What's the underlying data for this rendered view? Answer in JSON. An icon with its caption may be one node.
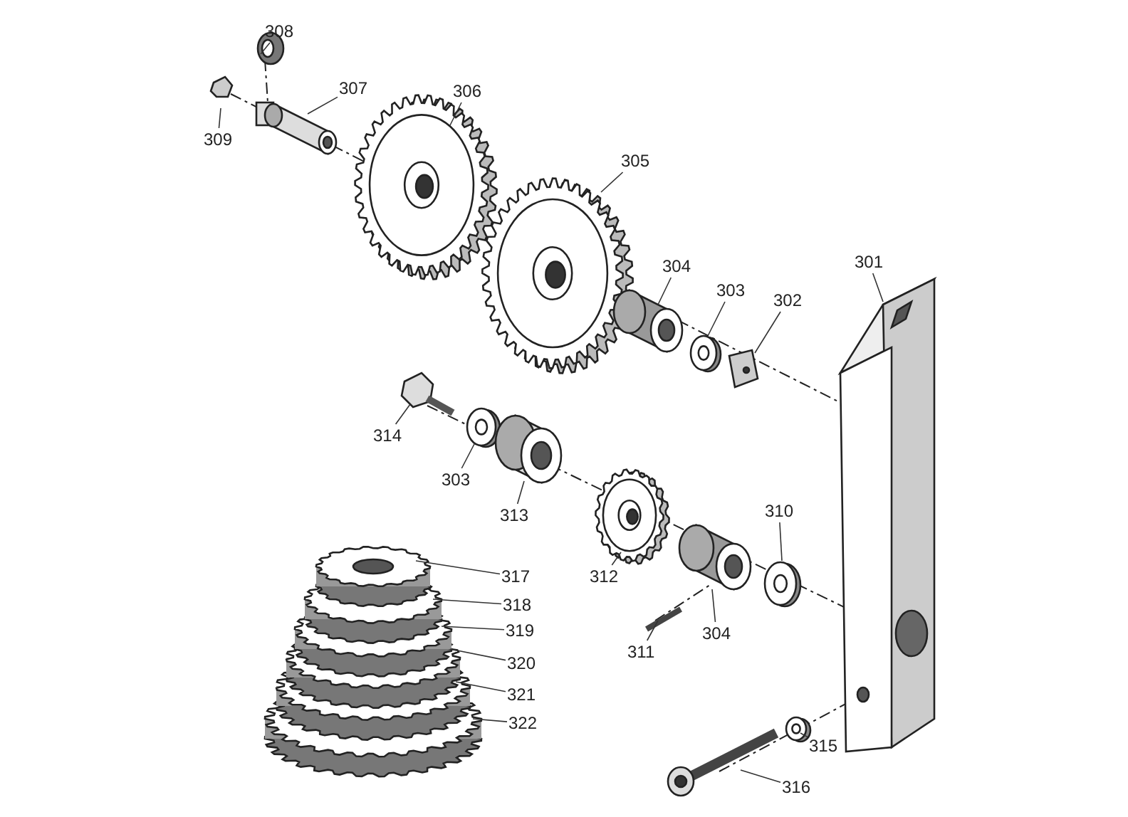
{
  "diagram": {
    "nodes": [
      {
        "text": [
          "308"
        ]
      },
      {
        "text": [
          "307"
        ]
      },
      {
        "text": [
          "306"
        ]
      },
      {
        "text": [
          "309"
        ]
      },
      {
        "text": [
          "305"
        ]
      },
      {
        "text": [
          "301"
        ]
      },
      {
        "text": [
          "304"
        ]
      },
      {
        "text": [
          "303"
        ]
      },
      {
        "text": [
          "302"
        ]
      },
      {
        "text": [
          "314"
        ]
      },
      {
        "text": [
          "303"
        ]
      },
      {
        "text": [
          "313"
        ]
      },
      {
        "text": [
          "310"
        ]
      },
      {
        "text": [
          "317"
        ]
      },
      {
        "text": [
          "312"
        ]
      },
      {
        "text": [
          "318"
        ]
      },
      {
        "text": [
          "319"
        ]
      },
      {
        "text": [
          "304"
        ]
      },
      {
        "text": [
          "311"
        ]
      },
      {
        "text": [
          "320"
        ]
      },
      {
        "text": [
          "321"
        ]
      },
      {
        "text": [
          "322"
        ]
      },
      {
        "text": [
          "315"
        ]
      },
      {
        "text": [
          "316"
        ]
      }
    ],
    "edges": [
      {
        "from": 0,
        "to": null,
        "arrow": "none"
      },
      {
        "from": 1,
        "to": null,
        "arrow": "none"
      },
      {
        "from": 2,
        "to": null,
        "arrow": "none"
      },
      {
        "from": 3,
        "to": null,
        "arrow": "none"
      },
      {
        "from": 4,
        "to": null,
        "arrow": "none"
      },
      {
        "from": 5,
        "to": null,
        "arrow": "none"
      },
      {
        "from": 6,
        "to": null,
        "arrow": "none"
      },
      {
        "from": 7,
        "to": null,
        "arrow": "none"
      },
      {
        "from": 8,
        "to": null,
        "arrow": "none"
      },
      {
        "from": 9,
        "to": null,
        "arrow": "none"
      },
      {
        "from": 10,
        "to": null,
        "arrow": "none"
      },
      {
        "from": 11,
        "to": null,
        "arrow": "none"
      },
      {
        "from": 12,
        "to": null,
        "arrow": "none"
      },
      {
        "from": 13,
        "to": null,
        "arrow": "none"
      },
      {
        "from": 14,
        "to": null,
        "arrow": "none"
      },
      {
        "from": 15,
        "to": null,
        "arrow": "none"
      },
      {
        "from": 16,
        "to": null,
        "arrow": "none"
      },
      {
        "from": 17,
        "to": null,
        "arrow": "none"
      },
      {
        "from": 18,
        "to": null,
        "arrow": "none"
      },
      {
        "from": 19,
        "to": null,
        "arrow": "none"
      },
      {
        "from": 20,
        "to": null,
        "arrow": "none"
      },
      {
        "from": 21,
        "to": null,
        "arrow": "none"
      },
      {
        "from": 22,
        "to": null,
        "arrow": "none"
      },
      {
        "from": 23,
        "to": null,
        "arrow": "none"
      }
    ]
  }
}
